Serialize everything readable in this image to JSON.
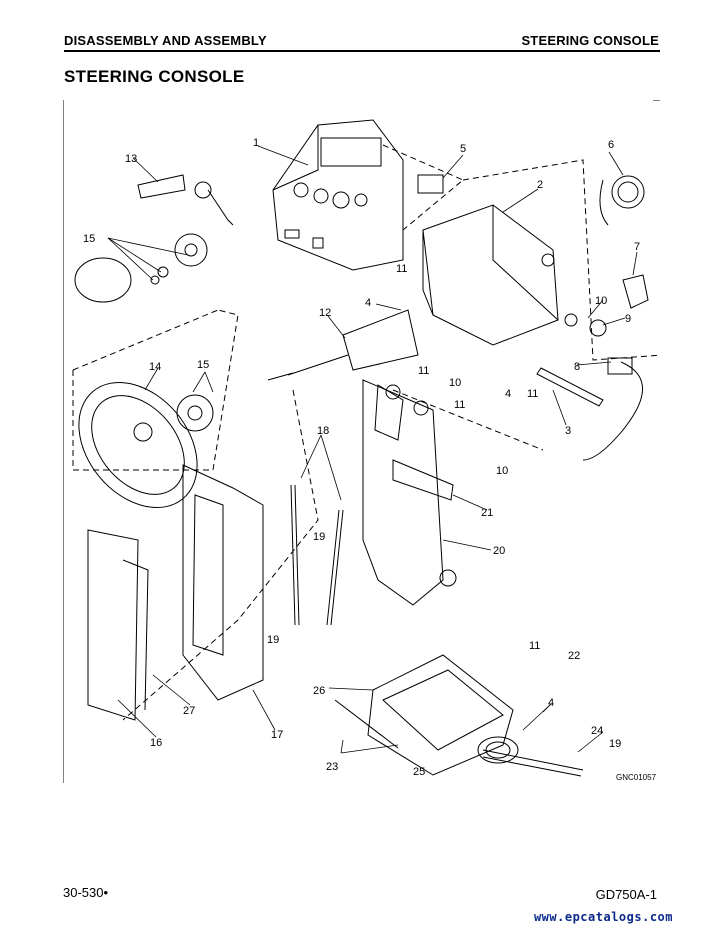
{
  "header": {
    "section": "DISASSEMBLY AND ASSEMBLY",
    "topic": "STEERING CONSOLE"
  },
  "page_title": "STEERING CONSOLE",
  "figure": {
    "code": "GNC01057",
    "callouts": [
      "1",
      "2",
      "3",
      "4",
      "4",
      "4",
      "5",
      "6",
      "7",
      "8",
      "9",
      "10",
      "10",
      "10",
      "11",
      "11",
      "11",
      "11",
      "11",
      "12",
      "13",
      "14",
      "15",
      "15",
      "16",
      "17",
      "18",
      "19",
      "19",
      "19",
      "20",
      "21",
      "22",
      "23",
      "24",
      "25",
      "26",
      "27"
    ]
  },
  "footer": {
    "page_number": "30-530•",
    "model": "GD750A-1"
  },
  "watermark": "www.epcatalogs.com"
}
